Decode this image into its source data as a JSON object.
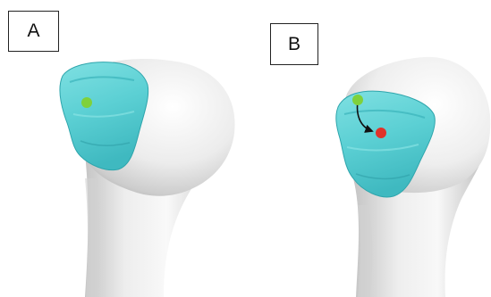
{
  "panels": [
    {
      "label": "A"
    },
    {
      "label": "B"
    }
  ],
  "colors": {
    "bone_light": "#f7f7f7",
    "bone_mid": "#d9d9d9",
    "bone_shadow": "#b9b9b9",
    "footprint_fill": "#5fd3d6",
    "footprint_dark": "#2fa9b0",
    "footprint_light": "#8fe6e6",
    "point_green": "#7fd13b",
    "point_red": "#e0322a",
    "arrow": "#111111"
  },
  "markers": {
    "panel_a": [
      "green"
    ],
    "panel_b": [
      "green",
      "red"
    ]
  }
}
